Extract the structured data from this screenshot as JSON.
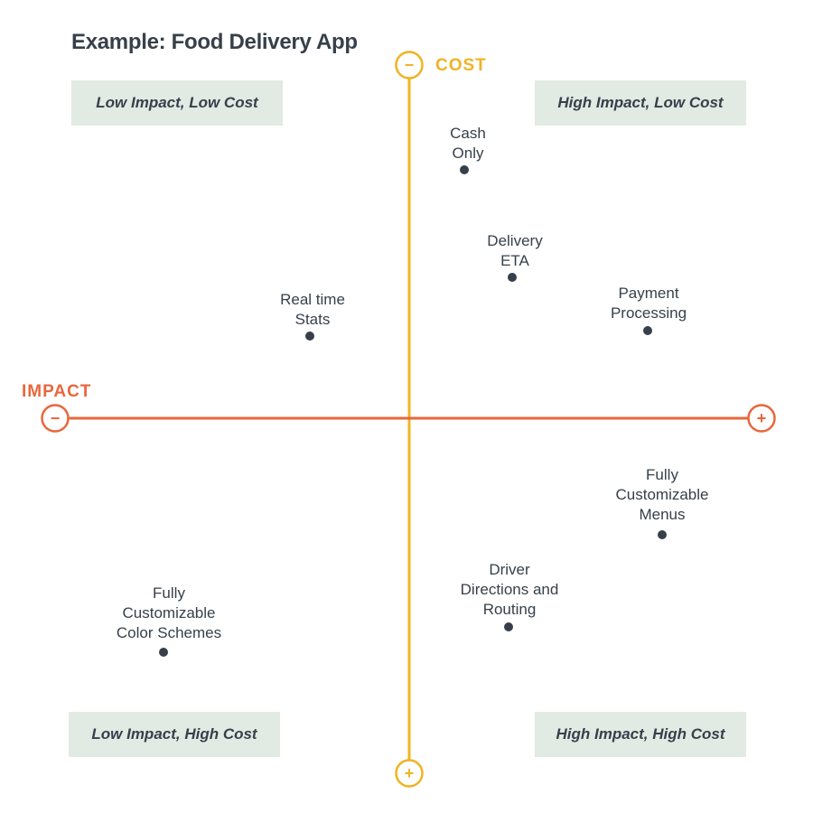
{
  "title": "Example: Food Delivery App",
  "colors": {
    "cost_axis": "#f0b323",
    "impact_axis": "#e8673c",
    "quadrant_fill": "#e1eae3",
    "text": "#37404a",
    "point": "#37404a"
  },
  "axes": {
    "cost": {
      "label": "COST",
      "minus_symbol": "−",
      "plus_symbol": "+"
    },
    "impact": {
      "label": "IMPACT",
      "minus_symbol": "−",
      "plus_symbol": "+"
    }
  },
  "quadrants": [
    {
      "label": "Low Impact, Low Cost"
    },
    {
      "label": "High Impact, Low Cost"
    },
    {
      "label": "Low Impact, High Cost"
    },
    {
      "label": "High Impact, High Cost"
    }
  ],
  "points": [
    {
      "lines": [
        "Cash",
        "Only"
      ]
    },
    {
      "lines": [
        "Delivery",
        "ETA"
      ]
    },
    {
      "lines": [
        "Real time",
        "Stats"
      ]
    },
    {
      "lines": [
        "Payment",
        "Processing"
      ]
    },
    {
      "lines": [
        "Fully",
        "Customizable",
        "Menus"
      ]
    },
    {
      "lines": [
        "Driver",
        "Directions and",
        "Routing"
      ]
    },
    {
      "lines": [
        "Fully",
        "Customizable",
        "Color Schemes"
      ]
    }
  ]
}
